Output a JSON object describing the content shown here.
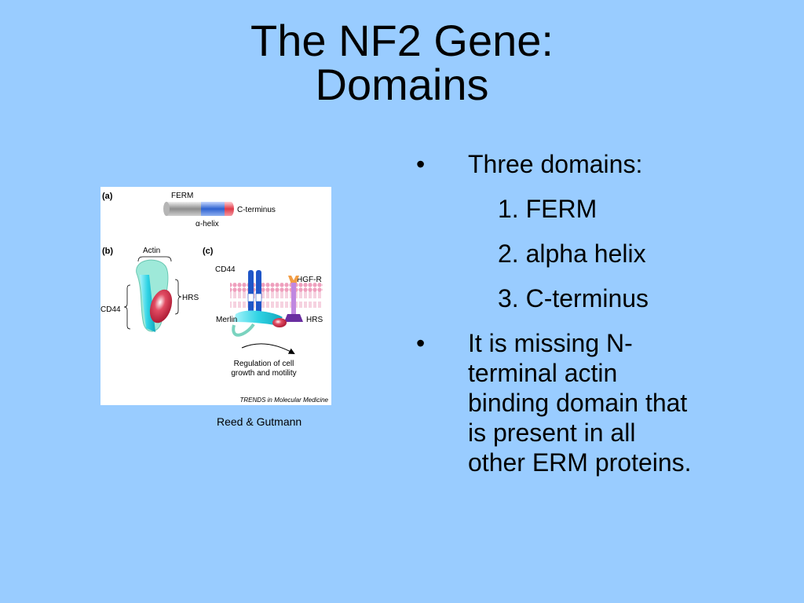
{
  "slide": {
    "title_line1": "The NF2 Gene:",
    "title_line2": "Domains"
  },
  "figure": {
    "label_a": "(a)",
    "label_b": "(b)",
    "label_c": "(c)",
    "ferm": "FERM",
    "c_terminus": "C-terminus",
    "alpha_helix": "α-helix",
    "actin": "Actin",
    "hrs_b": "HRS",
    "cd44_b": "CD44",
    "cd44_c": "CD44",
    "hgf_r": "HGF-R",
    "merlin": "Merlin",
    "hrs_c": "HRS",
    "regulation_line1": "Regulation of cell",
    "regulation_line2": "growth and motility",
    "footer": "TRENDS in Molecular Medicine"
  },
  "caption": "Reed & Gutmann",
  "bullets": {
    "bullet_char": "•",
    "item1": "Three domains:",
    "sub1": "1. FERM",
    "sub2": "2. alpha helix",
    "sub3": "3. C-terminus",
    "item2_line1": "It is missing N-",
    "item2_line2": "terminal actin",
    "item2_line3": "binding domain that",
    "item2_line4": "is present in all",
    "item2_line5": "other ERM proteins."
  },
  "colors": {
    "background": "#99ccff",
    "ferm_gray": "#9a9a9a",
    "helix_blue": "#3a6fd8",
    "cterm_red": "#e0404a",
    "cyan": "#33d6e6",
    "lipid": "#e89ab6"
  }
}
